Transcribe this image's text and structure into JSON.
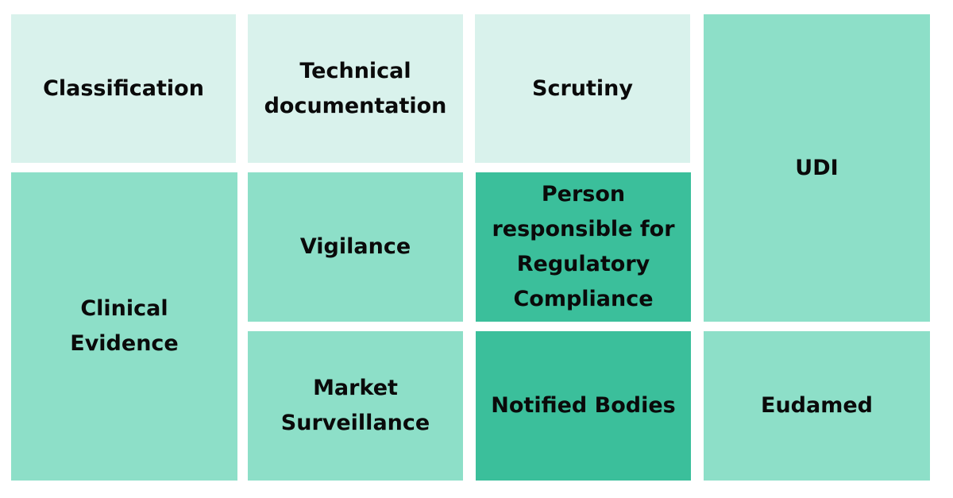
{
  "colors": {
    "light": "#D9F2EC",
    "medium": "#8DDFC8",
    "dark": "#3BBF9B",
    "background": "#FFFFFF"
  },
  "tiles": [
    {
      "label": "Classification",
      "shade": "light"
    },
    {
      "label": "Technical\ndocumentation",
      "shade": "light"
    },
    {
      "label": "Scrutiny",
      "shade": "light"
    },
    {
      "label": "UDI",
      "shade": "medium"
    },
    {
      "label": "Clinical\nEvidence",
      "shade": "medium"
    },
    {
      "label": "Vigilance",
      "shade": "medium"
    },
    {
      "label": "Person\nresponsible for\nRegulatory\nCompliance",
      "shade": "dark"
    },
    {
      "label": "Market\nSurveillance",
      "shade": "medium"
    },
    {
      "label": "Notified Bodies",
      "shade": "dark"
    },
    {
      "label": "Eudamed",
      "shade": "medium"
    }
  ]
}
